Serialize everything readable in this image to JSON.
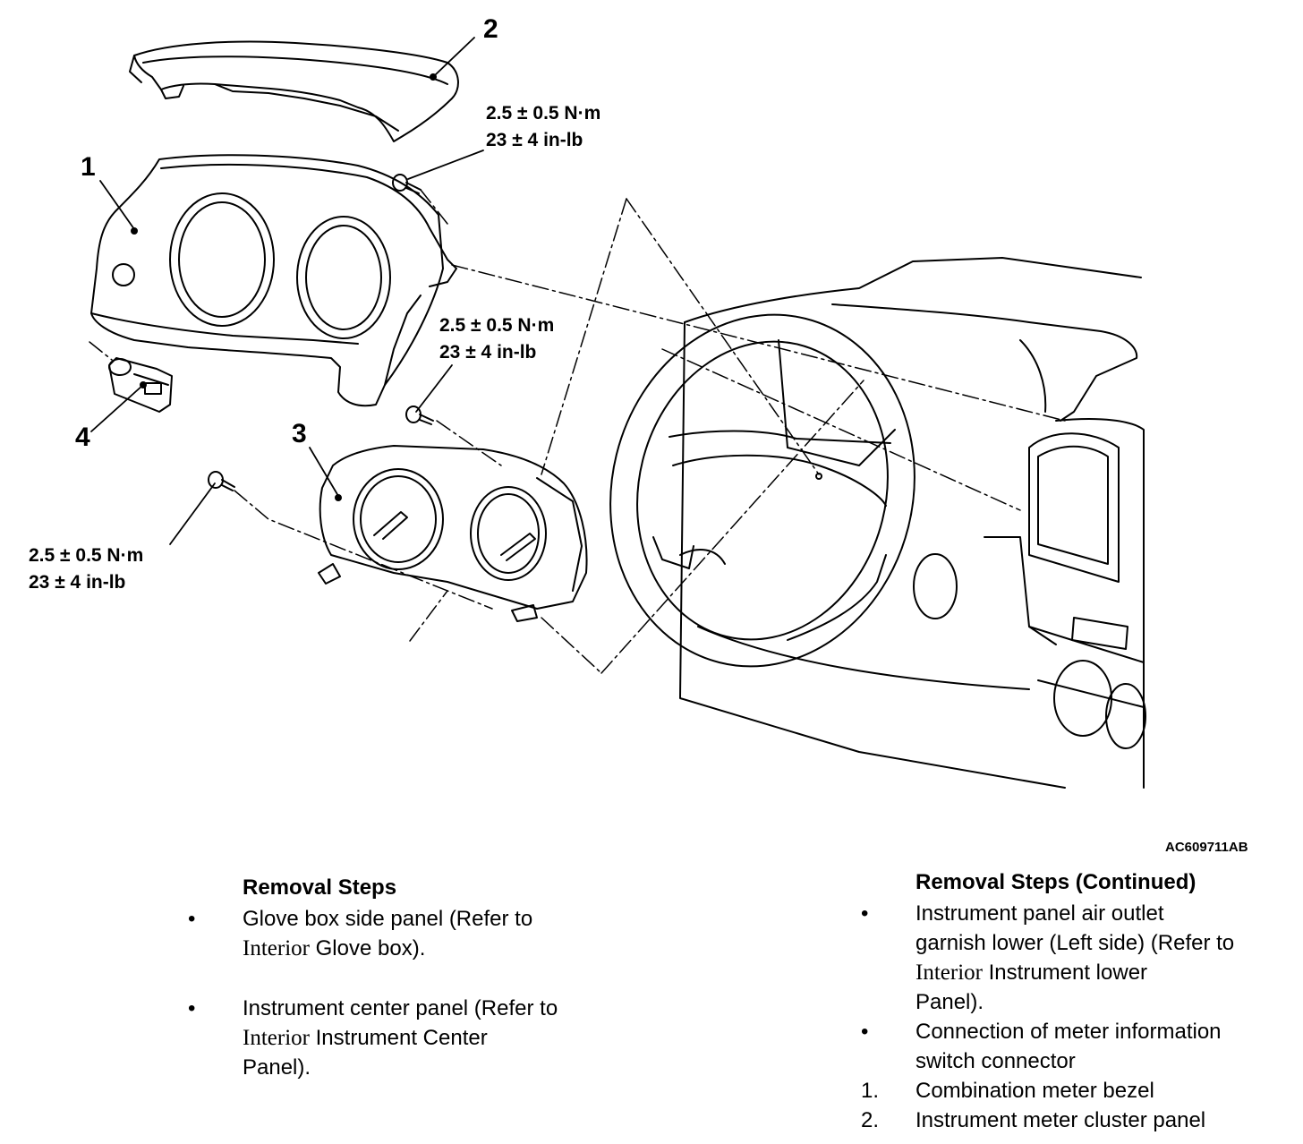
{
  "callouts": {
    "c1": "1",
    "c2": "2",
    "c3": "3",
    "c4": "4"
  },
  "torque": {
    "top": {
      "metric": "2.5 ± 0.5 N·m",
      "imperial": "23 ± 4 in-lb"
    },
    "mid": {
      "metric": "2.5 ± 0.5 N·m",
      "imperial": "23 ± 4 in-lb"
    },
    "left": {
      "metric": "2.5 ± 0.5 N·m",
      "imperial": "23 ± 4 in-lb"
    }
  },
  "figure_code": "AC609711AB",
  "left_steps": {
    "title": "Removal Steps",
    "items": [
      {
        "marker": "•",
        "line1": "Glove box side panel (Refer to",
        "ref": "Interior",
        "line2": " Glove box)."
      },
      {
        "marker": "•",
        "line1": "Instrument center panel (Refer to",
        "ref": "Interior",
        "line2": " Instrument Center",
        "line3": "Panel)."
      }
    ]
  },
  "right_steps": {
    "title": "Removal Steps (Continued)",
    "items": [
      {
        "marker": "•",
        "line1": "Instrument panel air outlet",
        "line2": "garnish lower (Left side) (Refer to",
        "ref": "Interior",
        "line3": " Instrument lower",
        "line4": "Panel)."
      },
      {
        "marker": "•",
        "line1": "Connection of meter information",
        "line2": "switch connector"
      },
      {
        "marker": "1.",
        "line1": "Combination meter bezel"
      },
      {
        "marker": "2.",
        "line1": "Instrument meter cluster panel"
      }
    ]
  }
}
